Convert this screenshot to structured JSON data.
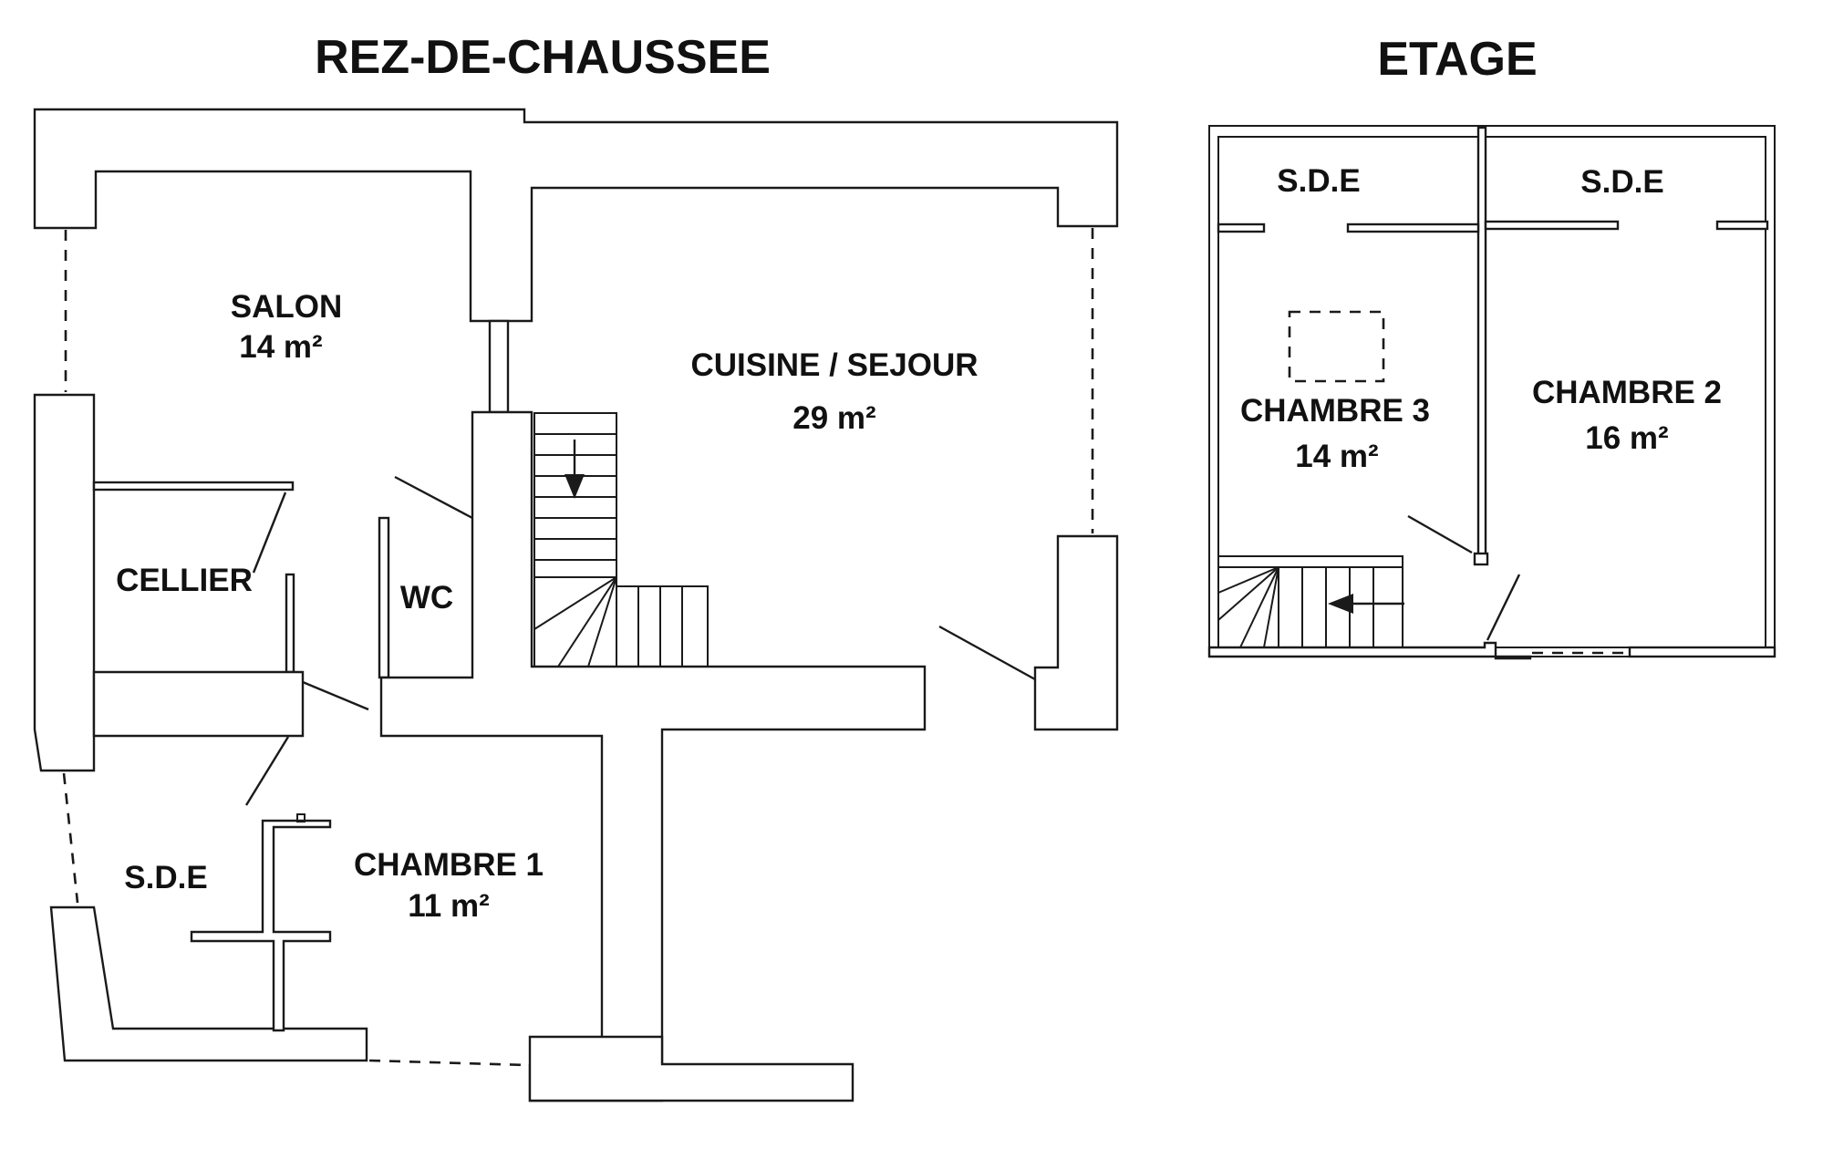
{
  "floors": {
    "ground": {
      "title": "REZ-DE-CHAUSSEE",
      "rooms": {
        "salon": {
          "name": "SALON",
          "area": "14 m²"
        },
        "cuisine_sejour": {
          "name": "CUISINE / SEJOUR",
          "area": "29 m²"
        },
        "cellier": {
          "name": "CELLIER"
        },
        "wc": {
          "name": "WC"
        },
        "sde": {
          "name": "S.D.E"
        },
        "chambre1": {
          "name": "CHAMBRE 1",
          "area": "11 m²"
        }
      }
    },
    "upper": {
      "title": "ETAGE",
      "rooms": {
        "sde_left": {
          "name": "S.D.E"
        },
        "sde_right": {
          "name": "S.D.E"
        },
        "chambre3": {
          "name": "CHAMBRE 3",
          "area": "14 m²"
        },
        "chambre2": {
          "name": "CHAMBRE 2",
          "area": "16 m²"
        }
      }
    }
  },
  "colors": {
    "ink": "#1a1a1a",
    "background": "#ffffff"
  }
}
